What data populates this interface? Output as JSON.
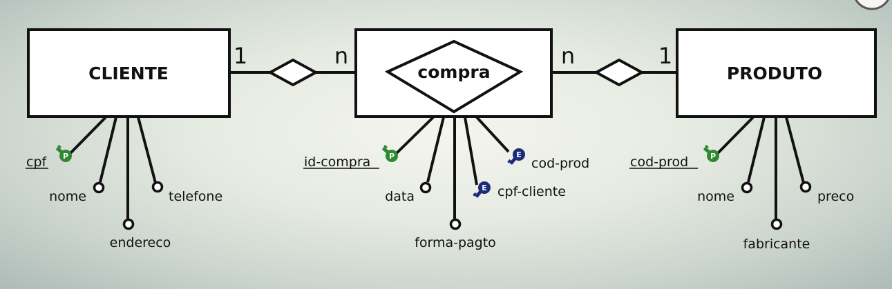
{
  "entities": {
    "cliente": "CLIENTE",
    "compra": "compra",
    "produto": "PRODUTO"
  },
  "cardinalities": {
    "cliente_side": "1",
    "compra_left": "n",
    "compra_right": "n",
    "produto_side": "1"
  },
  "attributes": {
    "cliente": {
      "pk": "cpf",
      "a1": "nome",
      "a2": "endereco",
      "a3": "telefone"
    },
    "compra": {
      "pk": "id-compra",
      "a1": "data",
      "a2": "forma-pagto",
      "fk1": "cpf-cliente",
      "fk2": "cod-prod"
    },
    "produto": {
      "pk": "cod-prod",
      "a1": "nome",
      "a2": "fabricante",
      "a3": "preco"
    }
  },
  "key_badges": {
    "primary": "P",
    "foreign": "E"
  },
  "colors": {
    "primary_key": "#2e8a2e",
    "foreign_key": "#1c2a7a"
  }
}
